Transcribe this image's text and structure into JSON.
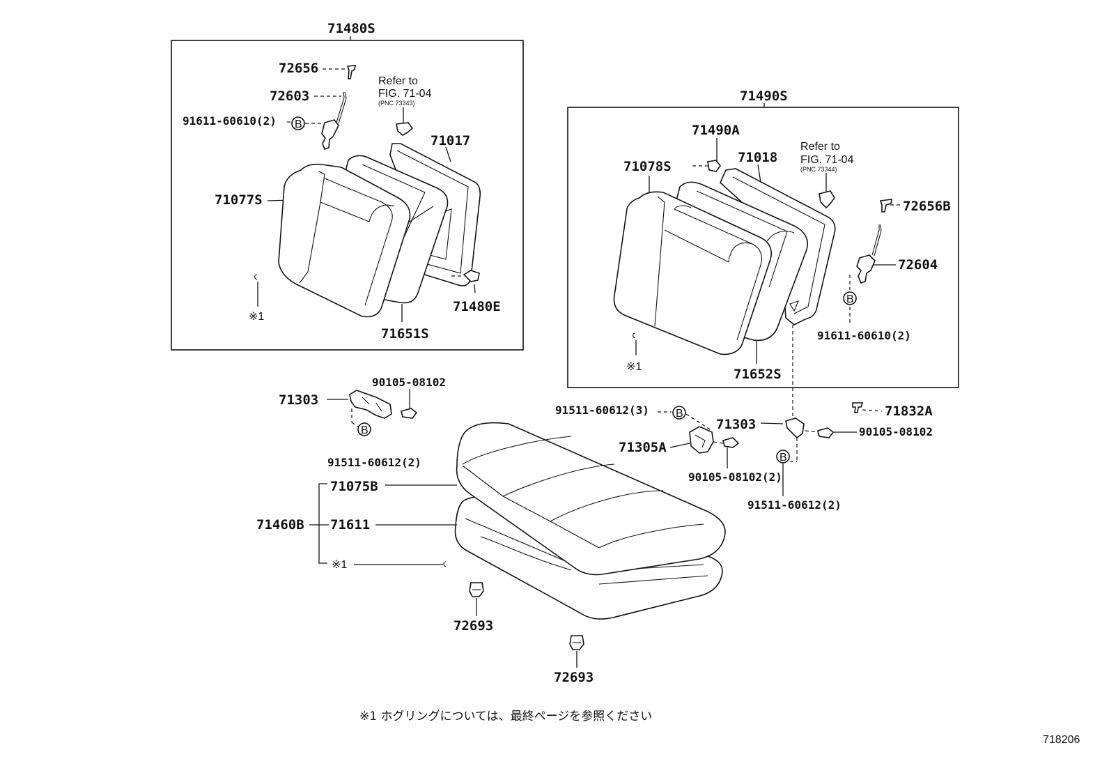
{
  "groups": {
    "left_back": "71480S",
    "right_back": "71490S"
  },
  "refer": {
    "left_line1": "Refer to",
    "left_line2": "FIG. 71-04",
    "left_pnc": "(PNC 73343)",
    "right_line1": "Refer to",
    "right_line2": "FIG. 71-04",
    "right_pnc": "(PNC 73344)"
  },
  "labels": {
    "p72656": "72656",
    "p72603": "72603",
    "p91611_l": "91611-60610(2)",
    "p71017": "71017",
    "p71077S": "71077S",
    "p71480E": "71480E",
    "p71651S": "71651S",
    "ring_l": "※1",
    "p71490A": "71490A",
    "p71018": "71018",
    "p71078S": "71078S",
    "p72656B": "72656B",
    "p72604": "72604",
    "p91611_r": "91611-60610(2)",
    "p71652S": "71652S",
    "ring_r": "※1",
    "p71303_l": "71303",
    "p90105_l": "90105-08102",
    "p91511_l": "91511-60612(2)",
    "p91511_3": "91511-60612(3)",
    "p71303_r": "71303",
    "p90105_r": "90105-08102",
    "p71305A": "71305A",
    "p90105_c": "90105-08102(2)",
    "p91511_r": "91511-60612(2)",
    "p71832A": "71832A",
    "p71075B": "71075B",
    "p71460B": "71460B",
    "p71611": "71611",
    "ring_c": "※1",
    "p72693_a": "72693",
    "p72693_b": "72693",
    "bolt_mark": "B"
  },
  "footnote": "※1  ホグリングについては、最終ページを参照ください",
  "figure_number": "718206"
}
